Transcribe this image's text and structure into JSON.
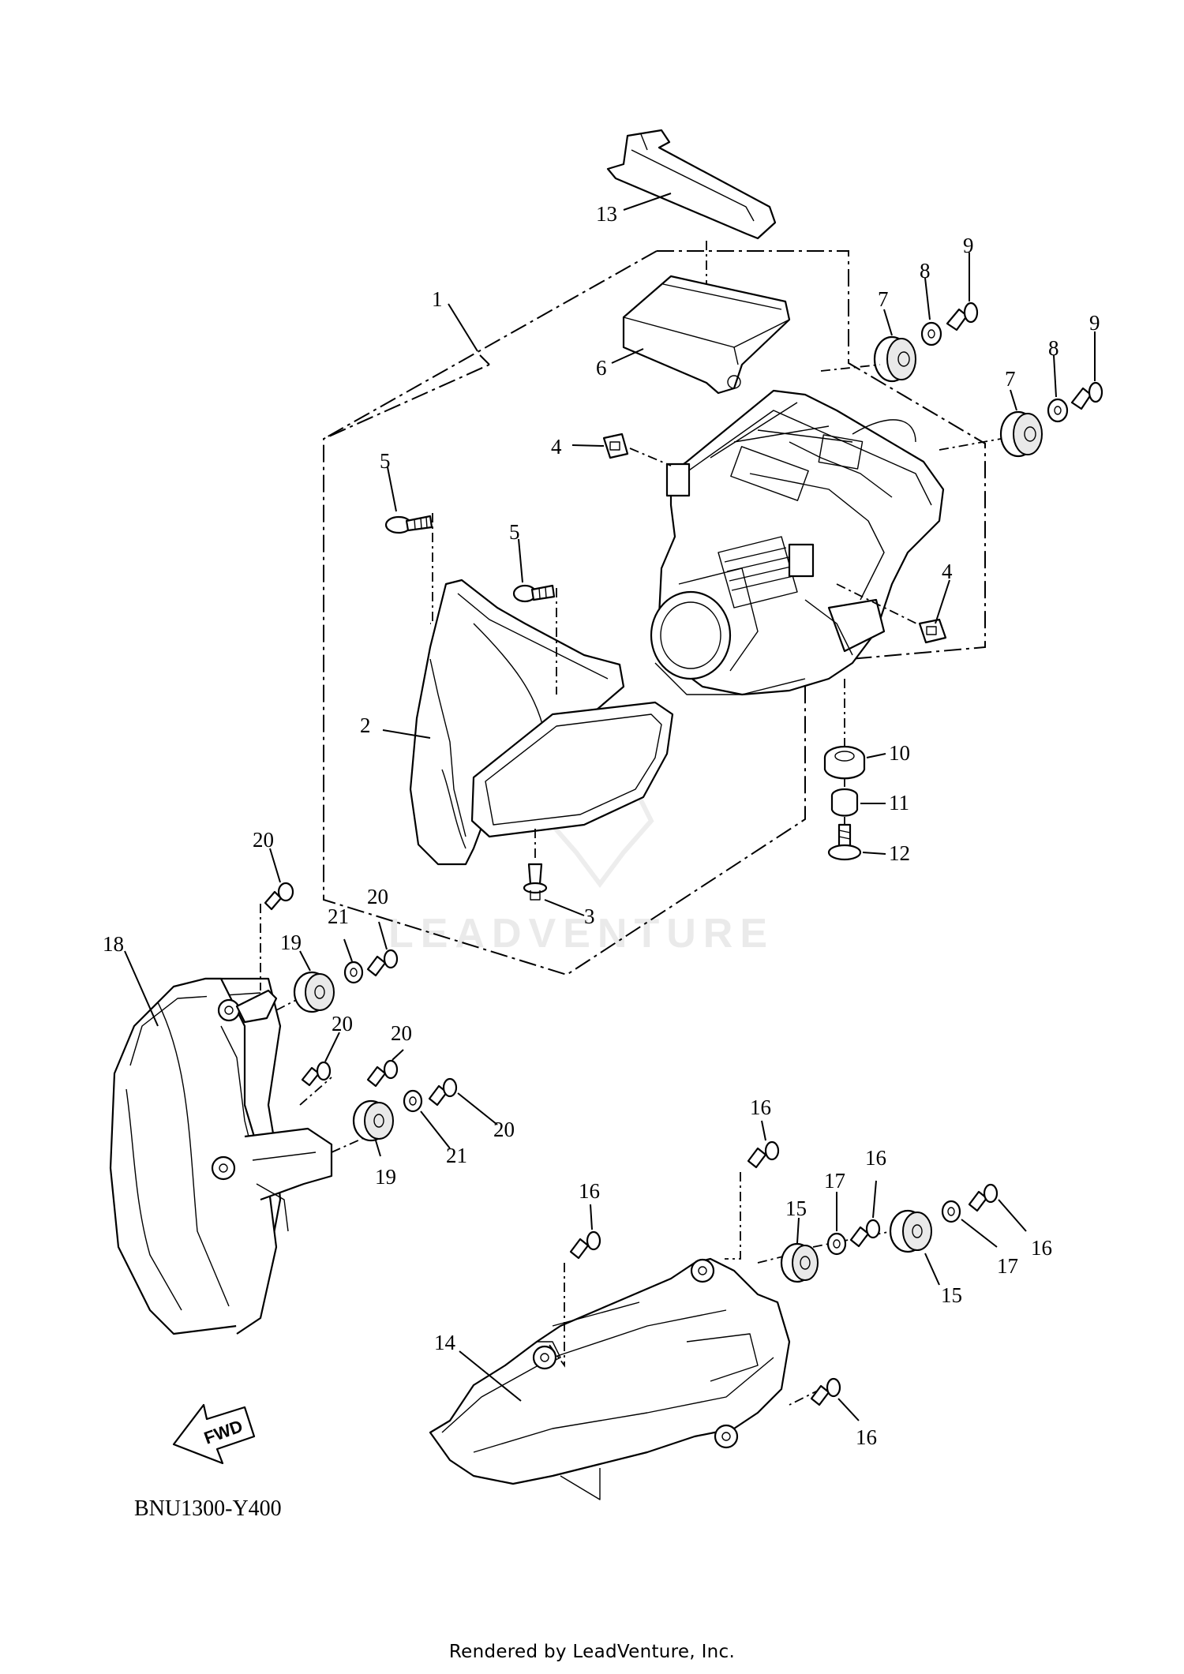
{
  "diagram": {
    "code": "BNU1300-Y400",
    "footer": "Rendered by LeadVenture, Inc.",
    "watermark": "LEADVENTURE",
    "fwd_label": "FWD",
    "callouts": {
      "c1": "1",
      "c2": "2",
      "c3": "3",
      "c4a": "4",
      "c4b": "4",
      "c5a": "5",
      "c5b": "5",
      "c6": "6",
      "c7a": "7",
      "c7b": "7",
      "c8a": "8",
      "c8b": "8",
      "c9a": "9",
      "c9b": "9",
      "c10": "10",
      "c11": "11",
      "c12": "12",
      "c13": "13",
      "c14": "14",
      "c15a": "15",
      "c15b": "15",
      "c16a": "16",
      "c16b": "16",
      "c16c": "16",
      "c16d": "16",
      "c16e": "16",
      "c17a": "17",
      "c17b": "17",
      "c18": "18",
      "c19a": "19",
      "c19b": "19",
      "c20a": "20",
      "c20b": "20",
      "c20c": "20",
      "c20d": "20",
      "c20e": "20",
      "c21a": "21",
      "c21b": "21"
    }
  }
}
